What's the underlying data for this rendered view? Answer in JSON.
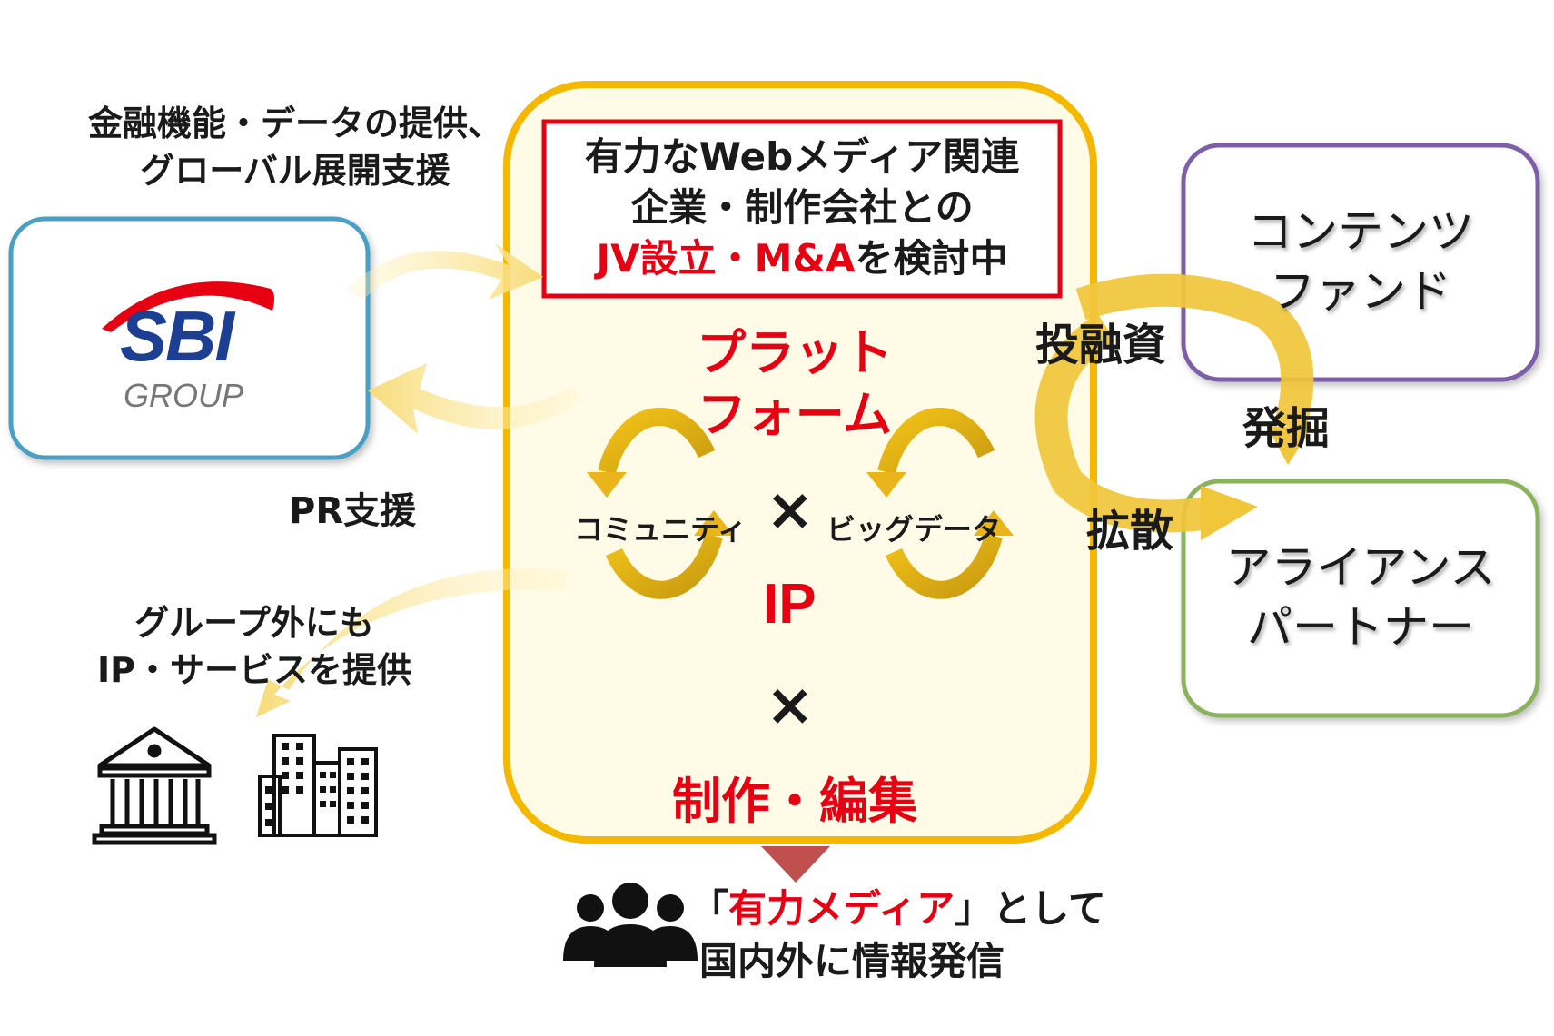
{
  "left": {
    "top_caption": [
      "金融機能・データの提供、",
      "グローバル展開支援"
    ],
    "logo": {
      "brand": "SBI",
      "sub": "GROUP",
      "arc_color": "#e60012",
      "brand_color": "#1c3f94"
    },
    "pr_caption": "PR支援",
    "bottom_caption": [
      "グループ外にも",
      "IP・サービスを提供"
    ],
    "icons": [
      "bank-icon",
      "office-buildings-icon"
    ]
  },
  "center": {
    "jv_box": {
      "line1": "有力なWebメディア関連",
      "line2": "企業・制作会社との",
      "line3_red": "JV設立・M&A",
      "line3_black": "を検討中"
    },
    "platform": [
      "プラット",
      "フォーム"
    ],
    "community": "コミュニティ",
    "times": "×",
    "big_data": "ビッグデータ",
    "ip": "IP",
    "times2": "×",
    "production": "制作・編集"
  },
  "bottom": {
    "open_bracket": "「",
    "media_red": "有力メディア",
    "close_text": "」として",
    "line2": "国内外に情報発信",
    "icon": "people-group-icon"
  },
  "right": {
    "content_fund": [
      "コンテンツ",
      "ファンド"
    ],
    "alliance": [
      "アライアンス",
      "パートナー"
    ],
    "investment": "投融資",
    "discovery": "発掘",
    "diffusion": "拡散"
  },
  "colors": {
    "platform_border": "#f5b800",
    "platform_fill": "#fffbe6",
    "jv_border": "#e60012",
    "sbi_border": "#4a9fc4",
    "fund_border": "#7b5fa8",
    "alliance_border": "#8bb25c",
    "arrow_gold": "#e8c13c",
    "down_arrow": "#c0504d"
  }
}
